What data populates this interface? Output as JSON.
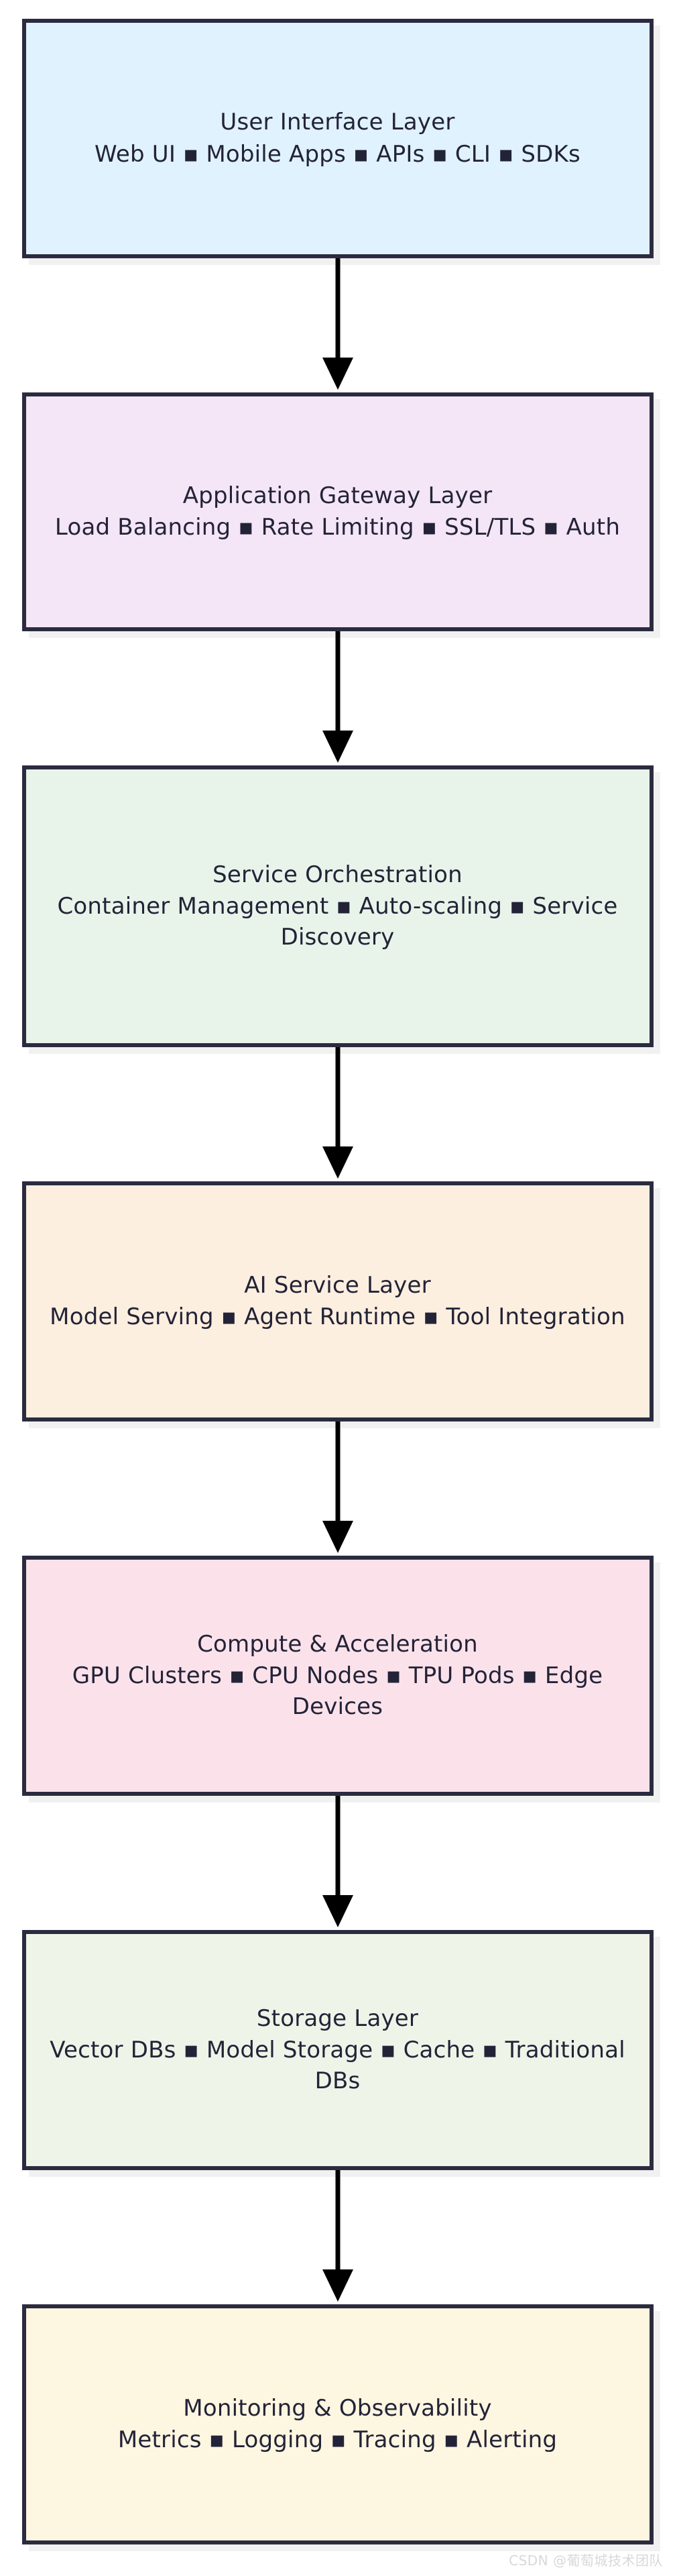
{
  "diagram": {
    "type": "flowchart-vertical",
    "bullet": "▪",
    "border_color": "#2b2b40",
    "text_color": "#232338",
    "arrow_color": "#000000",
    "background": "#ffffff",
    "nodes": [
      {
        "id": "user-interface-layer",
        "title": "User Interface Layer",
        "subtitle": "Web UI ▪ Mobile Apps ▪ APIs ▪ CLI ▪ SDKs",
        "items": [
          "Web UI",
          "Mobile Apps",
          "APIs",
          "CLI",
          "SDKs"
        ],
        "fill": "#e0f2fe"
      },
      {
        "id": "application-gateway-layer",
        "title": "Application Gateway Layer",
        "subtitle": "Load Balancing ▪ Rate Limiting ▪ SSL/TLS ▪ Auth",
        "items": [
          "Load Balancing",
          "Rate Limiting",
          "SSL/TLS",
          "Auth"
        ],
        "fill": "#f4e6f6"
      },
      {
        "id": "service-orchestration",
        "title": "Service Orchestration",
        "subtitle": "Container Management ▪ Auto-scaling ▪ Service Discovery",
        "items": [
          "Container Management",
          "Auto-scaling",
          "Service Discovery"
        ],
        "fill": "#e8f4ea"
      },
      {
        "id": "ai-service-layer",
        "title": "AI Service Layer",
        "subtitle": "Model Serving ▪ Agent Runtime ▪ Tool Integration",
        "items": [
          "Model Serving",
          "Agent Runtime",
          "Tool Integration"
        ],
        "fill": "#fdefdf"
      },
      {
        "id": "compute-and-acceleration",
        "title": "Compute & Acceleration",
        "subtitle": "GPU Clusters ▪ CPU Nodes ▪ TPU Pods ▪ Edge Devices",
        "items": [
          "GPU Clusters",
          "CPU Nodes",
          "TPU Pods",
          "Edge Devices"
        ],
        "fill": "#fbe2ea"
      },
      {
        "id": "storage-layer",
        "title": "Storage Layer",
        "subtitle": "Vector DBs ▪ Model Storage ▪ Cache ▪ Traditional DBs",
        "items": [
          "Vector DBs",
          "Model Storage",
          "Cache",
          "Traditional DBs"
        ],
        "fill": "#eef5e8"
      },
      {
        "id": "monitoring-and-observability",
        "title": "Monitoring & Observability",
        "subtitle": "Metrics ▪ Logging ▪ Tracing ▪ Alerting",
        "items": [
          "Metrics",
          "Logging",
          "Tracing",
          "Alerting"
        ],
        "fill": "#fdf6e0"
      }
    ],
    "edges": [
      {
        "from": "user-interface-layer",
        "to": "application-gateway-layer",
        "label": ""
      },
      {
        "from": "application-gateway-layer",
        "to": "service-orchestration",
        "label": ""
      },
      {
        "from": "service-orchestration",
        "to": "ai-service-layer",
        "label": ""
      },
      {
        "from": "ai-service-layer",
        "to": "compute-and-acceleration",
        "label": ""
      },
      {
        "from": "compute-and-acceleration",
        "to": "storage-layer",
        "label": ""
      },
      {
        "from": "storage-layer",
        "to": "monitoring-and-observability",
        "label": ""
      }
    ]
  },
  "watermark": {
    "text": "CSDN @葡萄城技术团队"
  }
}
